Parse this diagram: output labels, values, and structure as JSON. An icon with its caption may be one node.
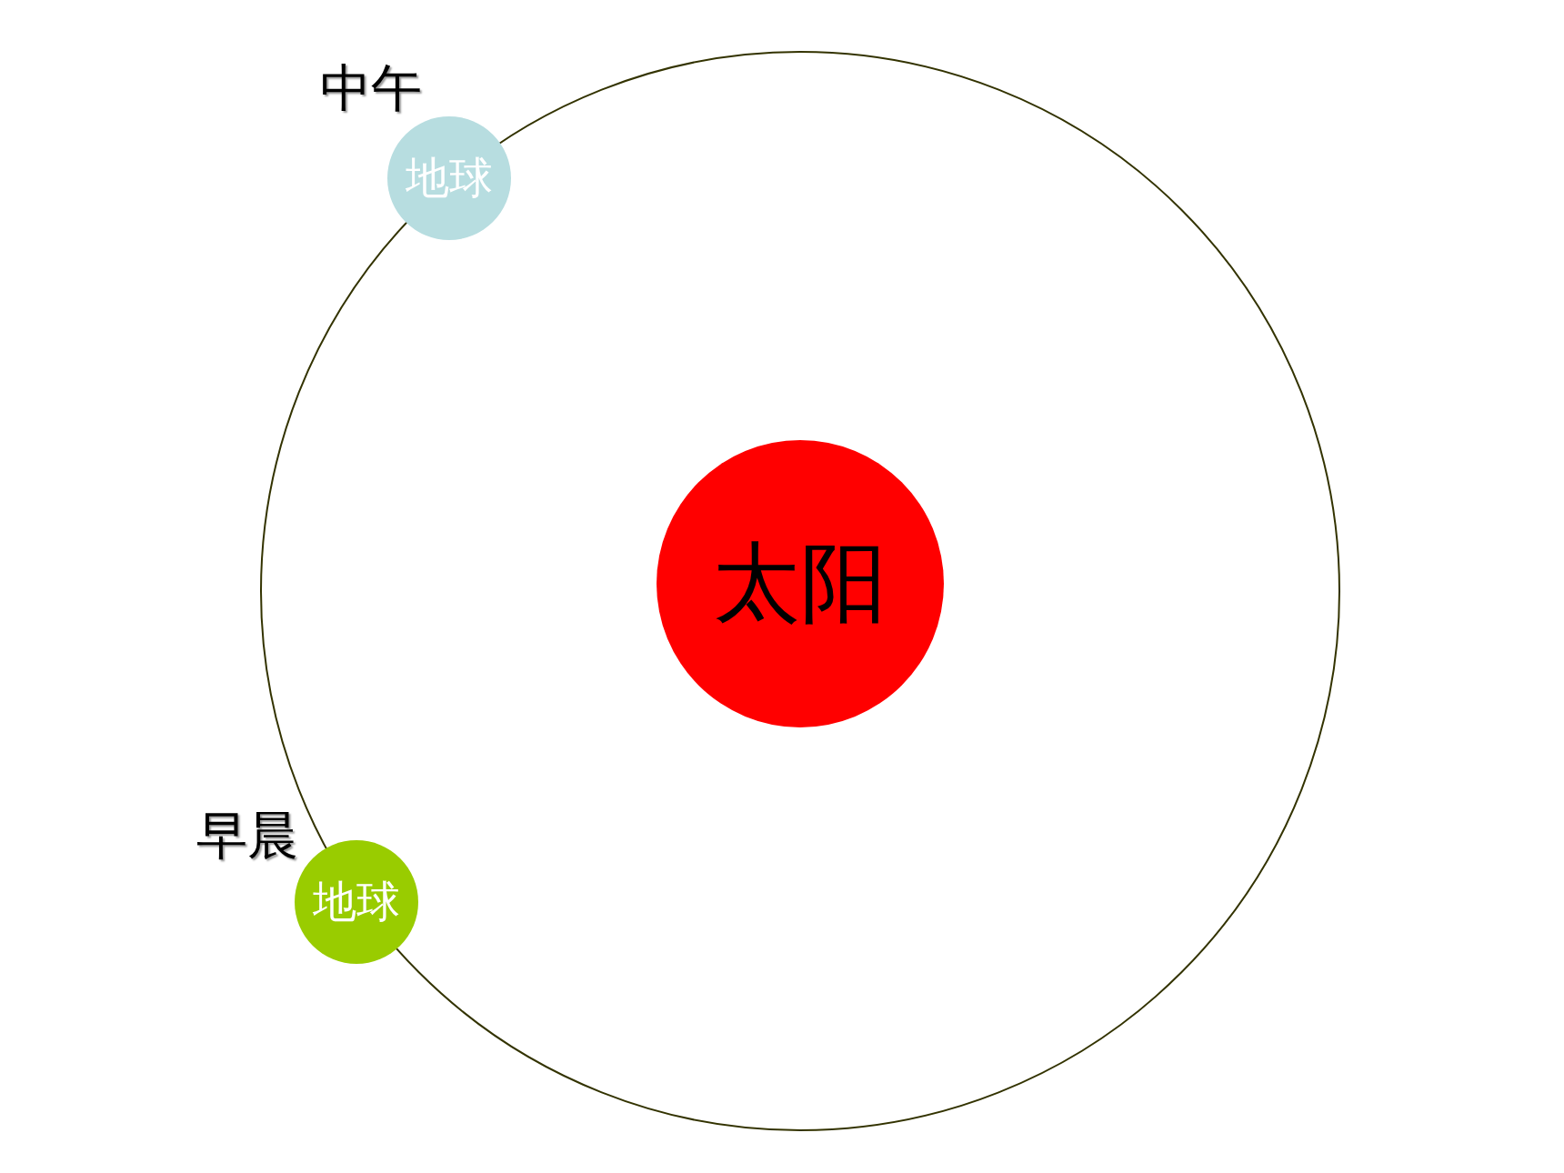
{
  "diagram": {
    "nodes": [
      {
        "text": [],
        "shape": "circle"
      },
      {
        "text": [
          "太阳"
        ],
        "in": 0
      },
      {
        "text": [
          "地球"
        ],
        "beside": [
          "中午"
        ]
      },
      {
        "text": [
          "地球"
        ],
        "beside": [
          "早晨"
        ]
      }
    ]
  }
}
